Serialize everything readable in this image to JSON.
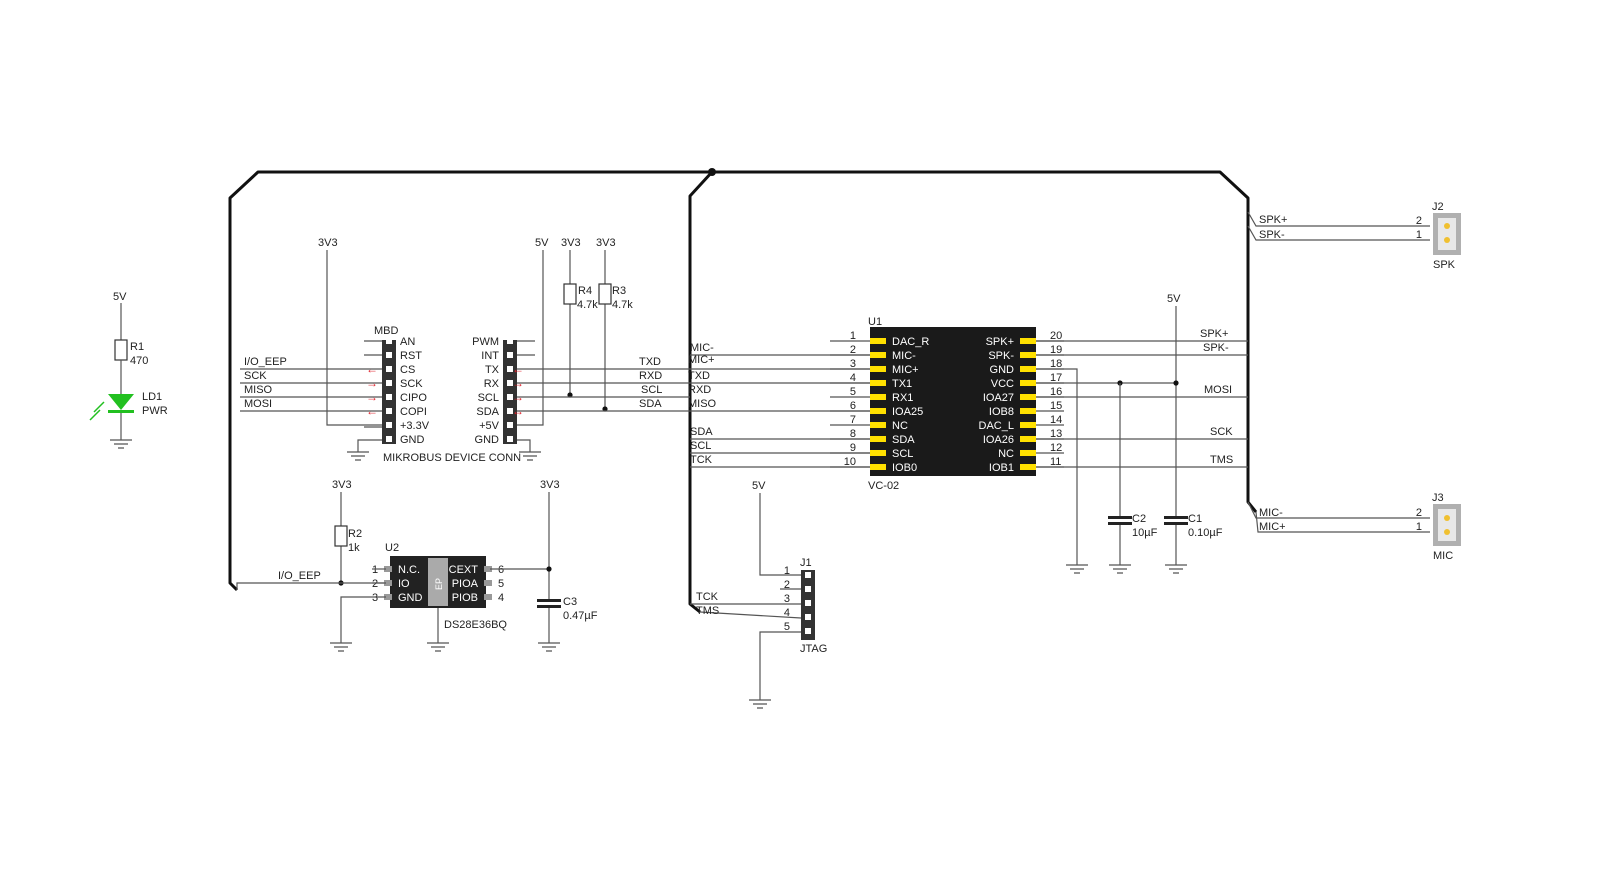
{
  "colors": {
    "ic_body": "#1a1a1a",
    "ic_pin": "#ffe000",
    "led": "#22c020",
    "arrow": "#e0202a",
    "wire": "#555555",
    "bus": "#111111"
  },
  "nets": {
    "v5": "5V",
    "v3": "3V3",
    "io_eep": "I/O_EEP",
    "sck": "SCK",
    "miso": "MISO",
    "mosi": "MOSI",
    "txd": "TXD",
    "rxd": "RXD",
    "scl": "SCL",
    "sda": "SDA",
    "mic_m": "MIC-",
    "mic_p": "MIC+",
    "tck": "TCK",
    "tms": "TMS",
    "spk_p": "SPK+",
    "spk_m": "SPK-"
  },
  "parts": {
    "r1": {
      "ref": "R1",
      "value": "470"
    },
    "ld1": {
      "ref": "LD1",
      "value": "PWR"
    },
    "r2": {
      "ref": "R2",
      "value": "1k"
    },
    "r3": {
      "ref": "R3",
      "value": "4.7k"
    },
    "r4": {
      "ref": "R4",
      "value": "4.7k"
    },
    "c1": {
      "ref": "C1",
      "value": "0.10µF"
    },
    "c2": {
      "ref": "C2",
      "value": "10µF"
    },
    "c3": {
      "ref": "C3",
      "value": "0.47µF"
    },
    "mbd": {
      "ref": "MBD",
      "title": "MIKROBUS DEVICE CONN",
      "left_pins": [
        "AN",
        "RST",
        "CS",
        "SCK",
        "CIPO",
        "COPI",
        "+3.3V",
        "GND"
      ],
      "right_pins": [
        "PWM",
        "INT",
        "TX",
        "RX",
        "SCL",
        "SDA",
        "+5V",
        "GND"
      ]
    },
    "u2": {
      "ref": "U2",
      "part": "DS28E36BQ",
      "ep": "EP",
      "left_pins": [
        {
          "num": "1",
          "name": "N.C."
        },
        {
          "num": "2",
          "name": "IO"
        },
        {
          "num": "3",
          "name": "GND"
        }
      ],
      "right_pins": [
        {
          "num": "6",
          "name": "CEXT"
        },
        {
          "num": "5",
          "name": "PIOA"
        },
        {
          "num": "4",
          "name": "PIOB"
        }
      ]
    },
    "u1": {
      "ref": "U1",
      "part": "VC-02",
      "left_pins": [
        {
          "num": "1",
          "name": "DAC_R"
        },
        {
          "num": "2",
          "name": "MIC-"
        },
        {
          "num": "3",
          "name": "MIC+"
        },
        {
          "num": "4",
          "name": "TX1"
        },
        {
          "num": "5",
          "name": "RX1"
        },
        {
          "num": "6",
          "name": "IOA25"
        },
        {
          "num": "7",
          "name": "NC"
        },
        {
          "num": "8",
          "name": "SDA"
        },
        {
          "num": "9",
          "name": "SCL"
        },
        {
          "num": "10",
          "name": "IOB0"
        }
      ],
      "right_pins": [
        {
          "num": "20",
          "name": "SPK+"
        },
        {
          "num": "19",
          "name": "SPK-"
        },
        {
          "num": "18",
          "name": "GND"
        },
        {
          "num": "17",
          "name": "VCC"
        },
        {
          "num": "16",
          "name": "IOA27"
        },
        {
          "num": "15",
          "name": "IOB8"
        },
        {
          "num": "14",
          "name": "DAC_L"
        },
        {
          "num": "13",
          "name": "IOA26"
        },
        {
          "num": "12",
          "name": "NC"
        },
        {
          "num": "11",
          "name": "IOB1"
        }
      ]
    },
    "j1": {
      "ref": "J1",
      "name": "JTAG",
      "pins": [
        "1",
        "2",
        "3",
        "4",
        "5"
      ]
    },
    "j2": {
      "ref": "J2",
      "name": "SPK",
      "pins": [
        "2",
        "1"
      ]
    },
    "j3": {
      "ref": "J3",
      "name": "MIC",
      "pins": [
        "2",
        "1"
      ]
    }
  },
  "arrows": {
    "mbd_left": [
      "←",
      "→",
      "→",
      "←"
    ],
    "mbd_right": [
      "←",
      "→",
      "→",
      "↔"
    ]
  }
}
